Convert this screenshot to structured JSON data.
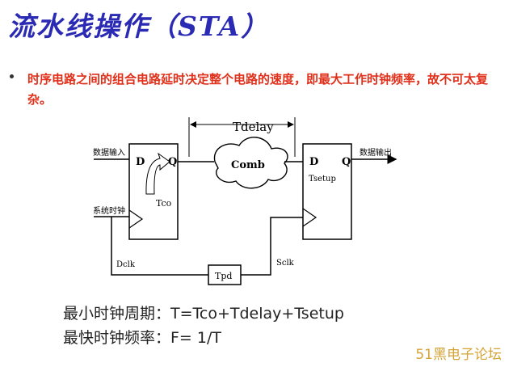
{
  "title": "流水线操作（STA）",
  "bullet": "时序电路之间的组合电路延时决定整个电路的速度，即最大工作时钟频率，故不可太复杂。",
  "diagram": {
    "tdelay": "Tdelay",
    "comb": "Comb",
    "data_in": "数据输入",
    "data_out": "数据输出",
    "sys_clock": "系统时钟",
    "ff1_d": "D",
    "ff1_q": "Q",
    "ff2_d": "D",
    "ff2_q": "Q",
    "tco": "Tco",
    "tsetup": "Tsetup",
    "dclk": "Dclk",
    "sclk": "Sclk",
    "tpd": "Tpd"
  },
  "formulas": {
    "min_period": "最小时钟周期：T=Tco+Tdelay+Tsetup",
    "max_freq": "最快时钟频率：F= 1/T"
  },
  "watermark": "51黑电子论坛",
  "colors": {
    "title": "#2a2ab4",
    "bullet": "#e0301a",
    "watermark": "#d4a437"
  }
}
